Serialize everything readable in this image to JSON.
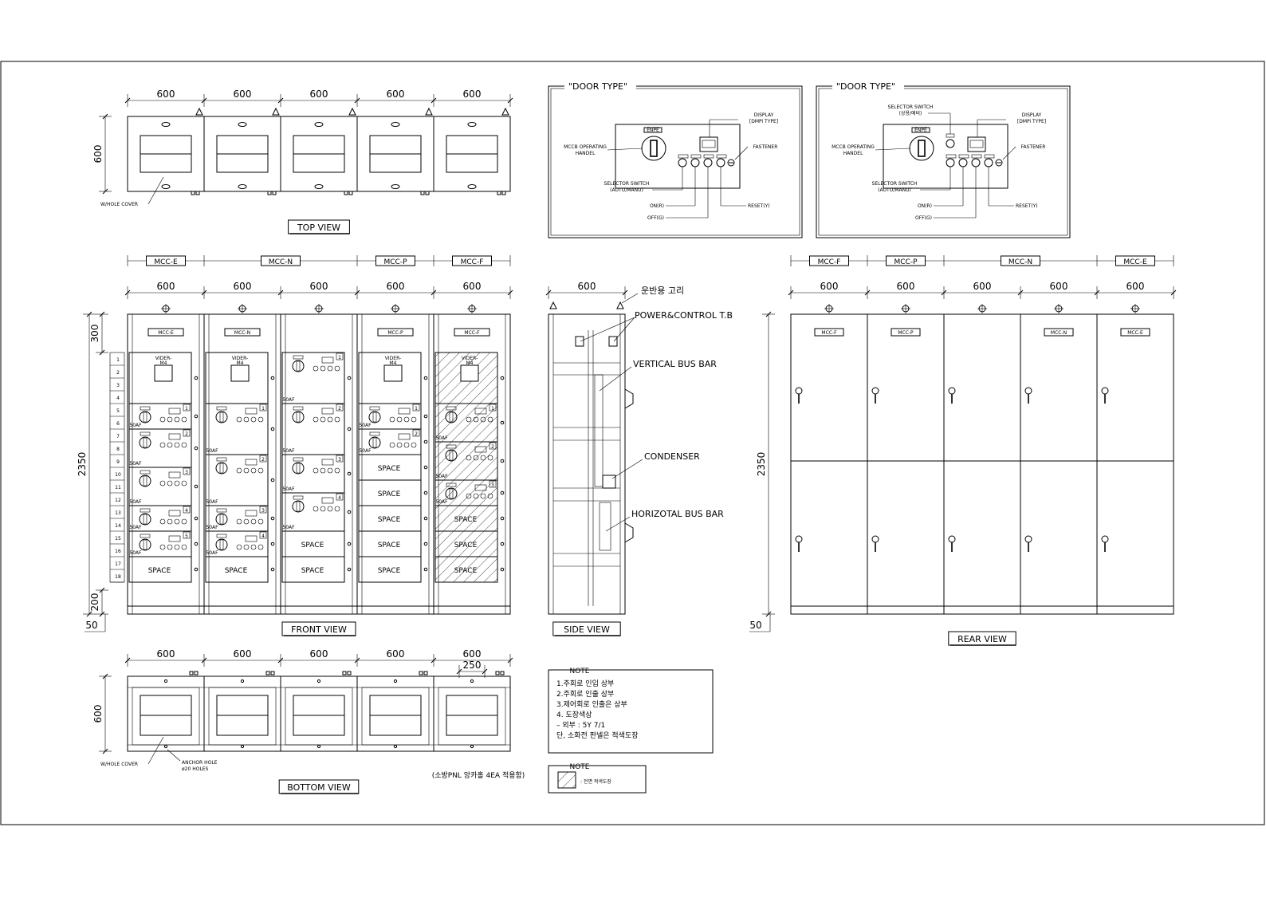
{
  "top_view": {
    "dims": [
      "600",
      "600",
      "600",
      "600",
      "600"
    ],
    "height_dim": "600",
    "cover_label": "W/HOLE COVER",
    "title": "TOP VIEW"
  },
  "door_type": {
    "left": {
      "title": "\"DOOR TYPE\"",
      "np": "ENPE",
      "mccb": "MCCB OPERATING\nHANDEL",
      "display": "DISPLAY\n[DMPi TYPE]",
      "fastener": "FASTENER",
      "selector": "SELECTOR SWITCH\n(AUTO/MANU)",
      "on": "ON(R)",
      "off": "OFF(G)",
      "reset": "RESET(Y)"
    },
    "right": {
      "title": "\"DOOR TYPE\"",
      "np": "ENPE",
      "selector_top": "SELECTOR SWITCH\n(상용/예비)",
      "mccb": "MCCB OPERATING\nHANDEL",
      "display": "DISPLAY\n[DMPi TYPE]",
      "fastener": "FASTENER",
      "selector": "SELECTOR SWITCH\n(AUTO/MANU)",
      "on": "ON(R)",
      "off": "OFF(G)",
      "reset": "RESET(Y)"
    }
  },
  "front_view": {
    "groups": [
      "MCC-E",
      "MCC-N",
      "MCC-P",
      "MCC-F"
    ],
    "dims": [
      "600",
      "600",
      "600",
      "600",
      "600"
    ],
    "height": "2350",
    "top_gap": "300",
    "bottom_gap": "200",
    "base": "50",
    "rows": [
      "1",
      "2",
      "3",
      "4",
      "5",
      "6",
      "7",
      "8",
      "9",
      "10",
      "11",
      "12",
      "13",
      "14",
      "15",
      "16",
      "17",
      "18"
    ],
    "nameplates": [
      "MCC-E",
      "MCC-N",
      "",
      "MCC-P",
      "MCC-F"
    ],
    "vider": "VIDER-\nM4",
    "af": "50AF",
    "space": "SPACE",
    "title": "FRONT VIEW"
  },
  "side_view": {
    "dim": "600",
    "labels": {
      "hook": "운반용 고리",
      "tb": "POWER&CONTROL T.B",
      "vbus": "VERTICAL BUS BAR",
      "condenser": "CONDENSER",
      "hbus": "HORIZOTAL BUS BAR"
    },
    "title": "SIDE VIEW"
  },
  "rear_view": {
    "groups": [
      "MCC-F",
      "MCC-P",
      "MCC-N",
      "MCC-E"
    ],
    "dims": [
      "600",
      "600",
      "600",
      "600",
      "600"
    ],
    "height": "2350",
    "base": "50",
    "nameplates": [
      "MCC-F",
      "MCC-P",
      "",
      "MCC-N",
      "MCC-E"
    ],
    "title": "REAR VIEW"
  },
  "bottom_view": {
    "dims": [
      "600",
      "600",
      "600",
      "600",
      "600"
    ],
    "opening": "250",
    "height_dim": "600",
    "cover_label": "W/HOLE COVER",
    "anchor_label": "ANCHOR HOLE\nø20 HOLES",
    "note": "(소방PNL 앙카홀 4EA 적용함)",
    "title": "BOTTOM VIEW"
  },
  "notes": {
    "title": "NOTE",
    "lines": [
      "1.주회로 인입 상부",
      "2.주회로 인출 상부",
      "3.제어회로 인출은 상부",
      "4. 도장색상",
      "– 외부 : 5Y 7/1",
      "단, 소화전 판넬은 적색도장"
    ]
  },
  "legend": {
    "title": "NOTE",
    "text": ": 전면 적색도장"
  }
}
